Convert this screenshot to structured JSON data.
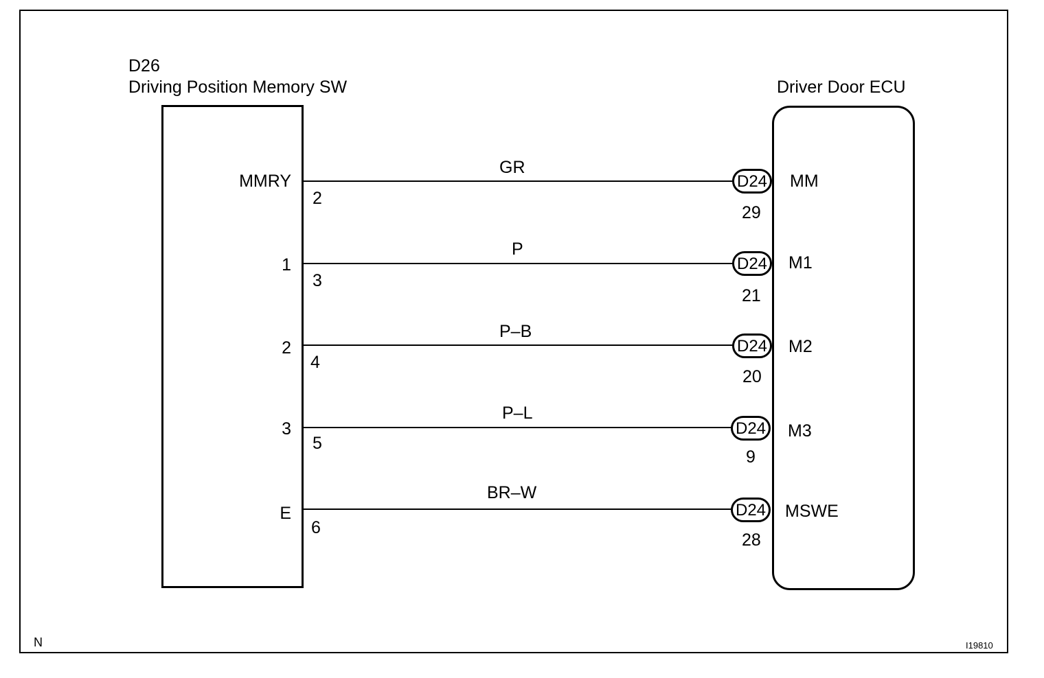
{
  "switch": {
    "code": "D26",
    "name": "Driving Position Memory SW"
  },
  "ecu": {
    "name": "Driver Door ECU"
  },
  "connector_code": "D24",
  "wires": [
    {
      "sw_terminal": "MMRY",
      "sw_pin": "2",
      "color": "GR",
      "ecu_pin": "29",
      "ecu_terminal": "MM"
    },
    {
      "sw_terminal": "1",
      "sw_pin": "3",
      "color": "P",
      "ecu_pin": "21",
      "ecu_terminal": "M1"
    },
    {
      "sw_terminal": "2",
      "sw_pin": "4",
      "color": "P–B",
      "ecu_pin": "20",
      "ecu_terminal": "M2"
    },
    {
      "sw_terminal": "3",
      "sw_pin": "5",
      "color": "P–L",
      "ecu_pin": "9",
      "ecu_terminal": "M3"
    },
    {
      "sw_terminal": "E",
      "sw_pin": "6",
      "color": "BR–W",
      "ecu_pin": "28",
      "ecu_terminal": "MSWE"
    }
  ],
  "footer": {
    "left": "N",
    "right": "I19810"
  }
}
